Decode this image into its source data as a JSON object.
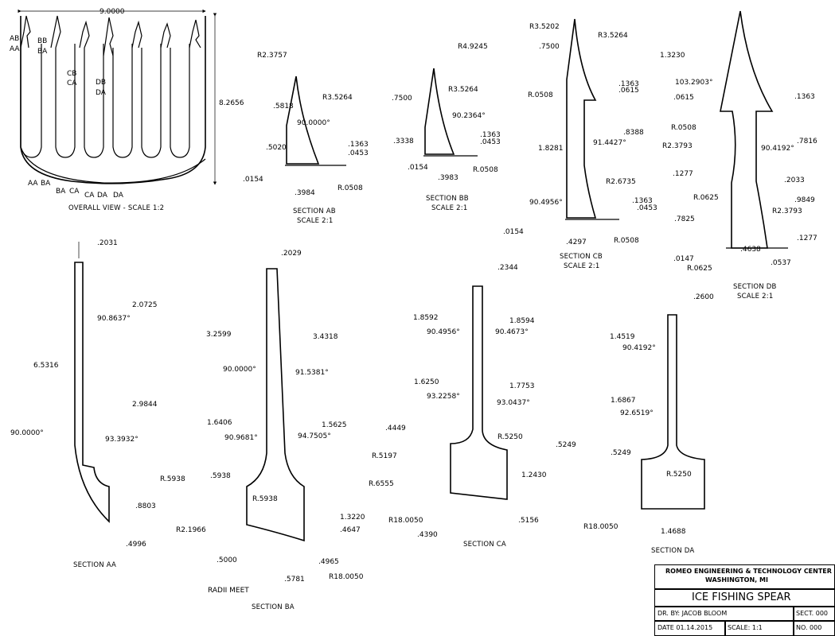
{
  "title_block": {
    "company": "ROMEO ENGINEERING & TECHNOLOGY CENTER",
    "location": "WASHINGTON, MI",
    "drawing_title": "ICE FISHING SPEAR",
    "drawn_by": "DR. BY:  JACOB BLOOM",
    "section": "SECT. 000",
    "date": "DATE  01.14.2015",
    "scale": "SCALE: 1:1",
    "number": "NO. 000"
  },
  "views": {
    "overall": {
      "caption": "OVERALL VIEW - SCALE 1:2",
      "width": "9.0000",
      "height": "8.2656",
      "cut_labels": [
        "AB",
        "AA",
        "BB",
        "BA",
        "CB",
        "CA",
        "DB",
        "DA"
      ],
      "bottom_labels": [
        "AA",
        "BA",
        "BA",
        "CA",
        "CA",
        "DA",
        "DA"
      ]
    },
    "ab": {
      "caption": "SECTION AB",
      "scale": "SCALE 2:1",
      "dims": [
        "R2.3757",
        ".5818",
        "R3.5264",
        "90.0000°",
        ".5020",
        ".1363",
        ".0453",
        ".0154",
        ".3984",
        "R.0508"
      ]
    },
    "bb": {
      "caption": "SECTION BB",
      "scale": "SCALE 2:1",
      "dims": [
        "R4.9245",
        ".7500",
        "R3.5264",
        "90.2364°",
        ".3338",
        ".1363",
        ".0453",
        ".0154",
        ".3983",
        "R.0508"
      ]
    },
    "cb": {
      "caption": "SECTION CB",
      "scale": "SCALE 2:1",
      "dims": [
        "R3.5202",
        "R3.5264",
        ".7500",
        ".1363",
        ".0615",
        "R.0508",
        ".8388",
        "91.4427°",
        "1.8281",
        "R2.6735",
        ".1363",
        ".0453",
        "90.4956°",
        ".0154",
        ".4297",
        "R.0508"
      ]
    },
    "db": {
      "caption": "SECTION DB",
      "scale": "SCALE 2:1",
      "dims": [
        "1.3230",
        "103.2903°",
        ".0615",
        ".1363",
        "R.0508",
        ".7816",
        "R2.3793",
        "90.4192°",
        ".1277",
        ".2033",
        "R.0625",
        ".9849",
        ".7825",
        "R2.3793",
        ".1277",
        ".0147",
        "R.0625",
        ".4638",
        ".0537"
      ]
    },
    "aa": {
      "caption": "SECTION AA",
      "dims": [
        ".2031",
        "2.0725",
        "90.8637°",
        "6.5316",
        "2.9844",
        "90.0000°",
        "93.3932°",
        "R.5938",
        ".8803",
        ".4996"
      ]
    },
    "ba": {
      "caption": "SECTION BA",
      "dims": [
        ".2029",
        "3.2599",
        "3.4318",
        "90.0000°",
        "91.5381°",
        "1.6406",
        "1.5625",
        "90.9681°",
        "94.7505°",
        ".5938",
        "R.5938",
        "R.6555",
        "R2.1966",
        "1.3220",
        ".4647",
        ".5000",
        ".4965",
        ".5781",
        "RADII MEET",
        "R18.0050"
      ]
    },
    "ca": {
      "caption": "SECTION CA",
      "dims": [
        ".2344",
        "1.8592",
        "1.8594",
        "90.4956°",
        "90.4673°",
        "1.6250",
        "1.7753",
        "93.2258°",
        "93.0437°",
        ".4449",
        "R.5250",
        ".5249",
        "R.5197",
        "1.2430",
        "R18.0050",
        ".4390",
        ".5156"
      ]
    },
    "da": {
      "caption": "SECTION DA",
      "dims": [
        ".2600",
        "1.4519",
        "90.4192°",
        "1.6867",
        "92.6519°",
        ".5249",
        "R.5250",
        "R18.0050",
        "1.4688"
      ]
    }
  }
}
